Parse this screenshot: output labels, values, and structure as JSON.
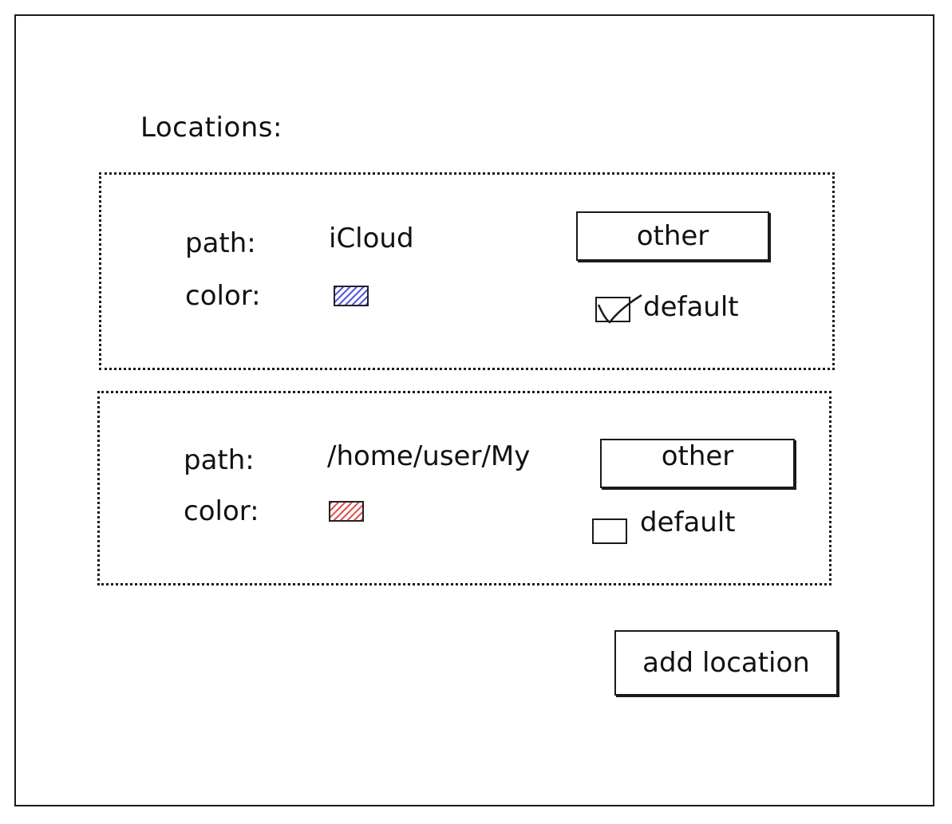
{
  "heading": "Locations:",
  "locations": [
    {
      "path_label": "path:",
      "path_value": "iCloud",
      "color_label": "color:",
      "color": "#5a55e0",
      "other_button": "other",
      "default_label": "default",
      "default_checked": true
    },
    {
      "path_label": "path:",
      "path_value": "/home/user/My",
      "color_label": "color:",
      "color": "#e05555",
      "other_button": "other",
      "default_label": "default",
      "default_checked": false
    }
  ],
  "add_button": "add location"
}
